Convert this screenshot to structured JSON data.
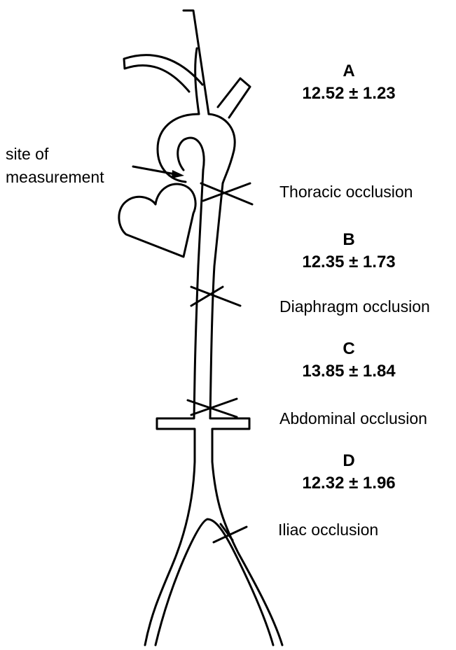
{
  "measurement_label": {
    "line1": "site of",
    "line2": "measurement"
  },
  "segments": [
    {
      "letter": "A",
      "value": "12.52 ± 1.23"
    },
    {
      "letter": "B",
      "value": "12.35 ± 1.73"
    },
    {
      "letter": "C",
      "value": "13.85 ± 1.84"
    },
    {
      "letter": "D",
      "value": "12.32 ± 1.96"
    }
  ],
  "occlusions": [
    "Thoracic occlusion",
    "Diaphragm occlusion",
    "Abdominal occlusion",
    "Iliac occlusion"
  ]
}
